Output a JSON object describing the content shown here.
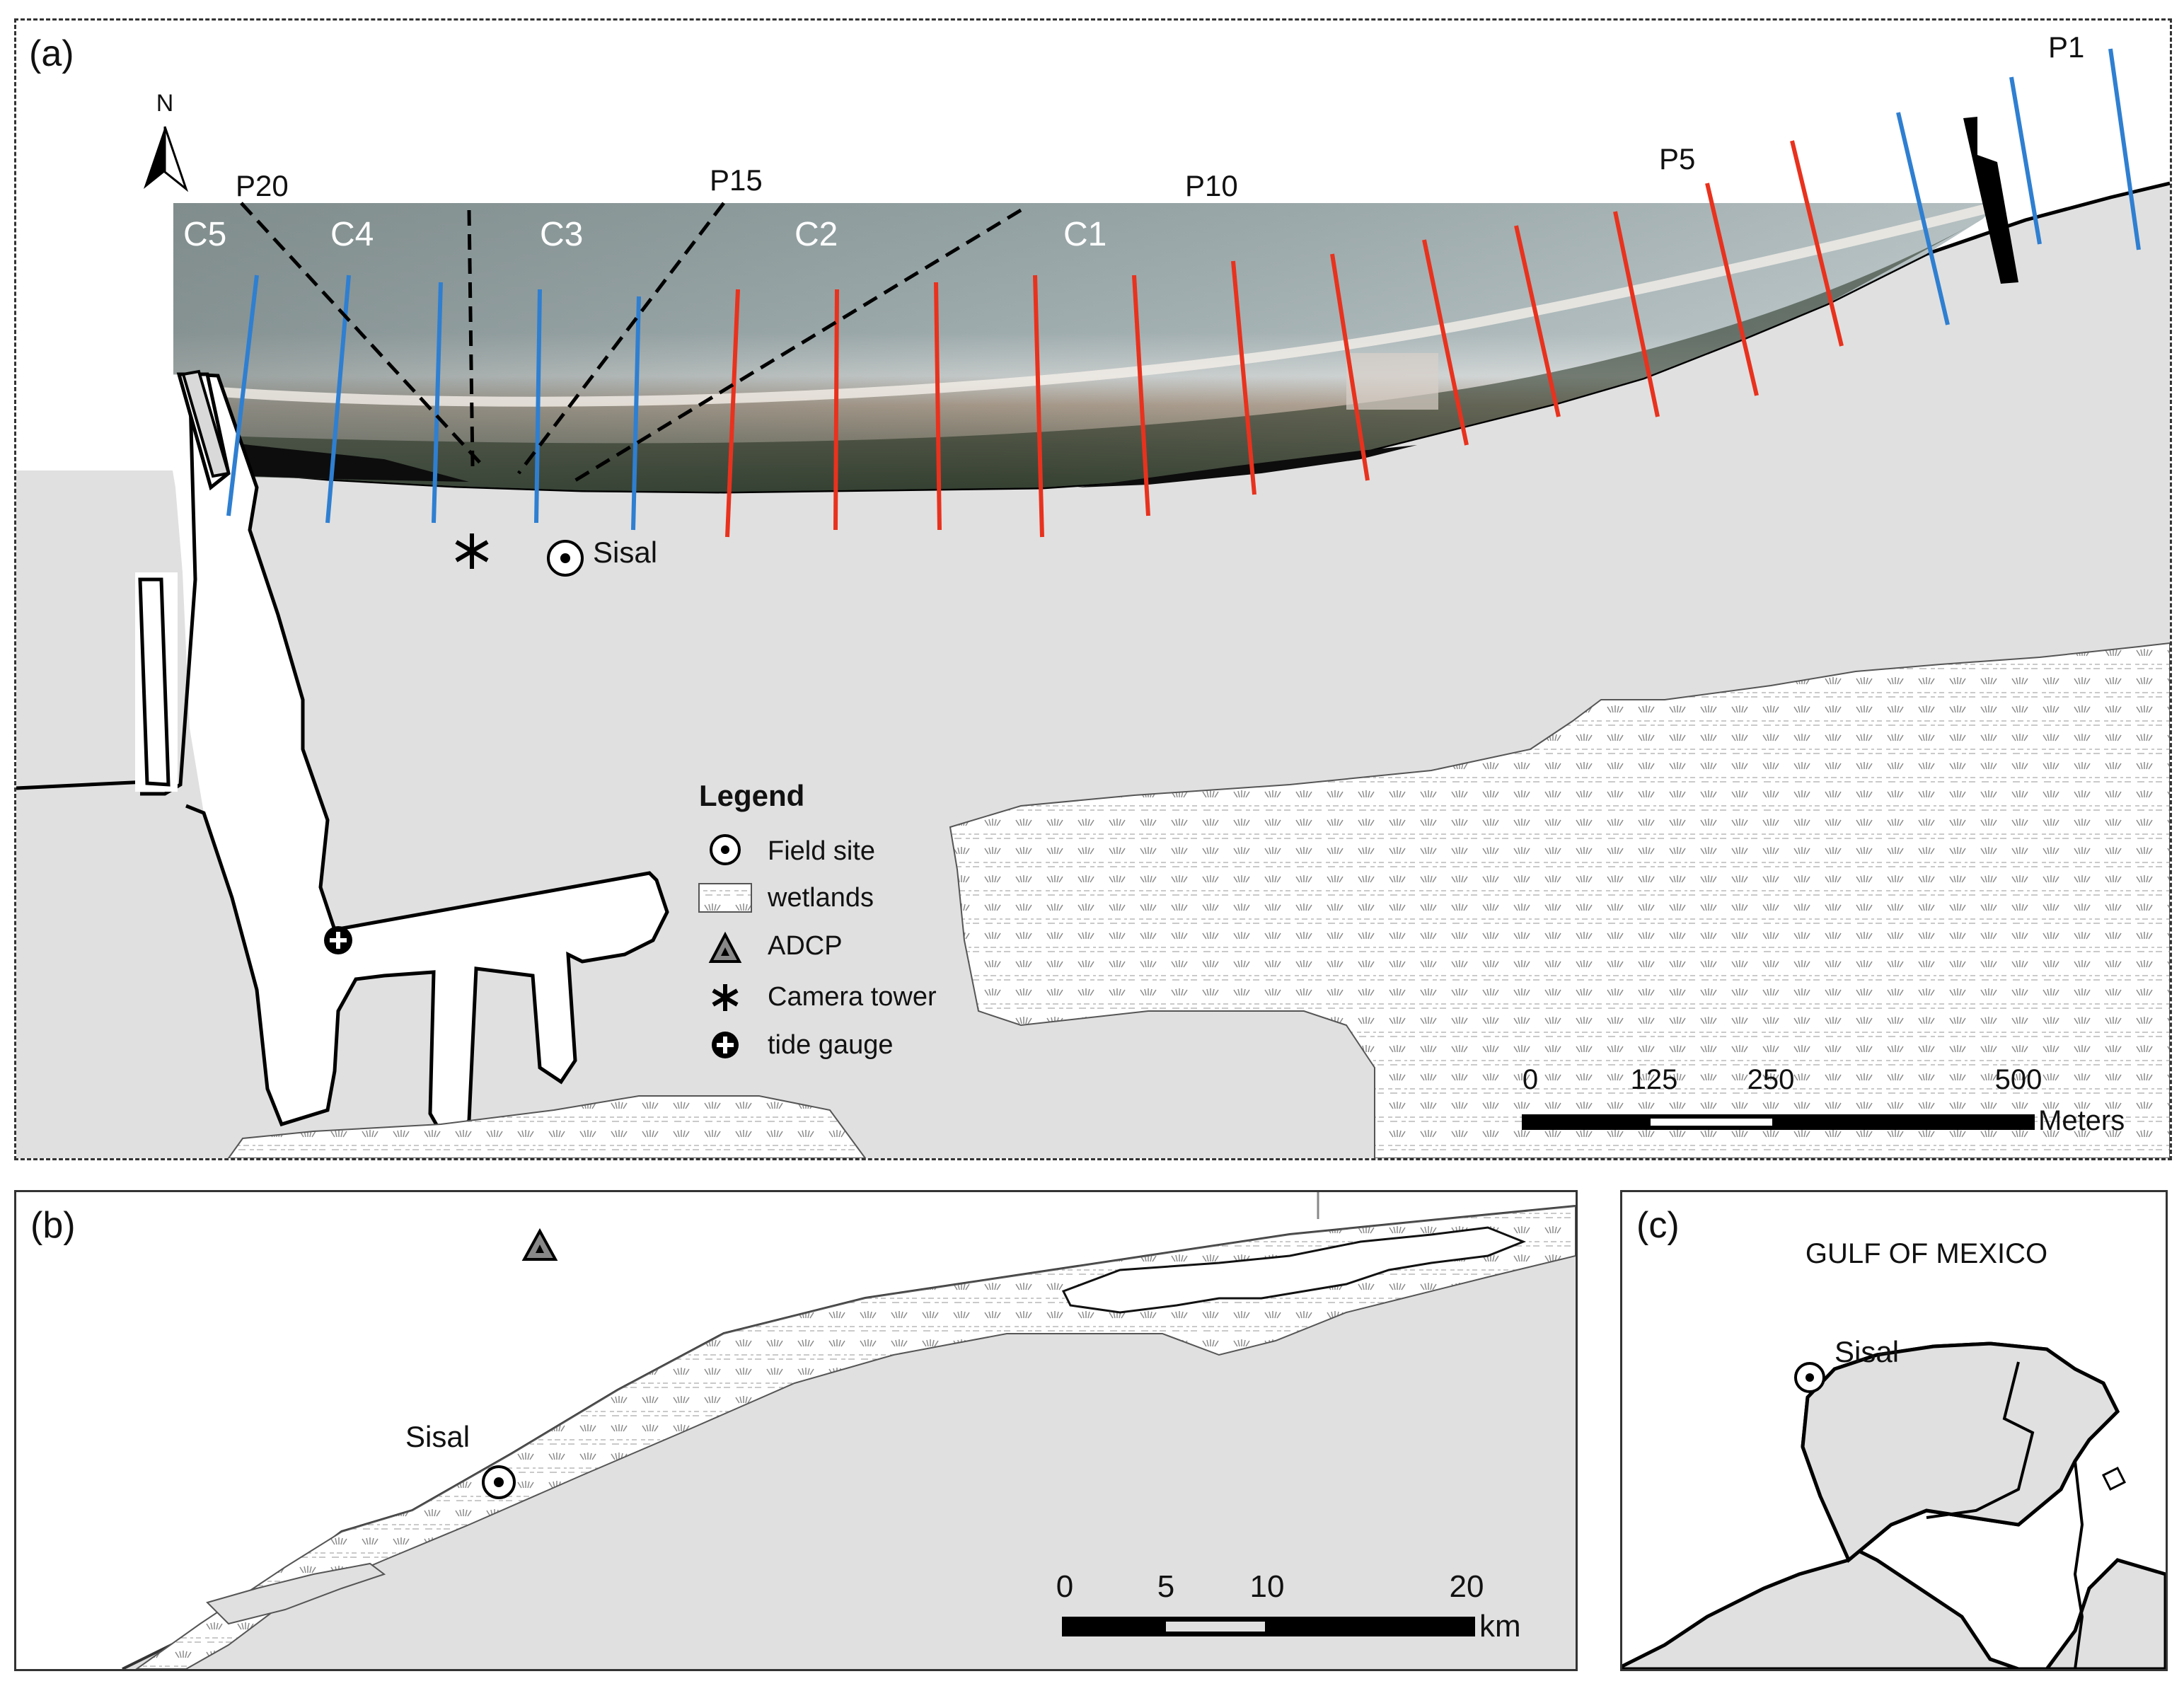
{
  "panel_a": {
    "tag": "(a)",
    "north_label": "N",
    "profile_labels": [
      "P1",
      "P5",
      "P10",
      "P15",
      "P20"
    ],
    "camera_labels": [
      "C1",
      "C2",
      "C3",
      "C4",
      "C5"
    ],
    "site_label": "Sisal",
    "legend": {
      "title": "Legend",
      "items": [
        {
          "label": "Field site",
          "icon": "field-site-icon"
        },
        {
          "label": "wetlands",
          "icon": "wetlands-swatch"
        },
        {
          "label": "ADCP",
          "icon": "adcp-triangle-icon"
        },
        {
          "label": "Camera tower",
          "icon": "asterisk-icon"
        },
        {
          "label": "tide gauge",
          "icon": "tide-gauge-icon"
        }
      ]
    },
    "scale_bar": {
      "ticks": [
        "0",
        "125",
        "250",
        "500"
      ],
      "unit": "Meters"
    },
    "colors": {
      "profile_red": "#e8321e",
      "profile_blue": "#2f7fd1",
      "land": "#e0e0e0",
      "sea": "#ffffff"
    }
  },
  "panel_b": {
    "tag": "(b)",
    "site_label": "Sisal",
    "scale_bar": {
      "ticks": [
        "0",
        "5",
        "10",
        "20"
      ],
      "unit": "km"
    }
  },
  "panel_c": {
    "tag": "(c)",
    "sea_label": "GULF OF MEXICO",
    "site_label": "Sisal"
  }
}
